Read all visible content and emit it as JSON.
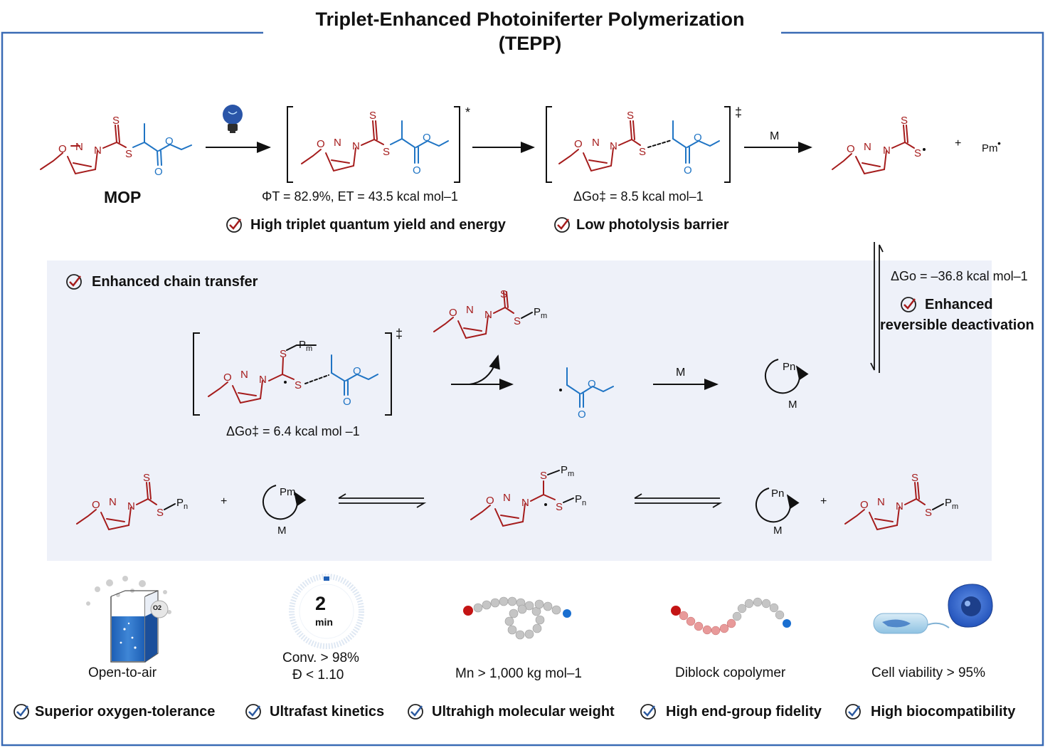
{
  "title_line1": "Triplet-Enhanced Photoiniferter Polymerization",
  "title_line2": "(TEPP)",
  "colors": {
    "frame": "#3a6bb5",
    "panel": "#eef1f9",
    "raft_red": "#a51c1c",
    "leaving_blue": "#1f74c4",
    "check": "#a51c1c",
    "check_blue": "#2c5aa0"
  },
  "top_row": {
    "mop_label": "MOP",
    "light_icon": "lightbulb-icon",
    "excited_marker": "*",
    "ts_marker": "‡",
    "arrow3_label": "M",
    "radical_plus": "+",
    "pm_radical": "Pm",
    "triplet_text": "ΦT = 82.9%, ET = 43.5 kcal mol–1",
    "barrier_text": "ΔGo‡  = 8.5 kcal mol–1",
    "feature1": "High triplet quantum yield and energy",
    "feature2": "Low photolysis barrier"
  },
  "equilibrium": {
    "dg_text": "ΔGo = –36.8 kcal mol–1",
    "feature_line1": "Enhanced",
    "feature_line2": "reversible deactivation"
  },
  "panel": {
    "feature": "Enhanced chain transfer",
    "ts_marker": "‡",
    "ts_dg": "ΔGo‡  = 6.4 kcal mol –1",
    "arrow_label": "M",
    "ring_label_pn": "Pn",
    "ring_label_m": "M",
    "pm": "Pm",
    "pn": "Pn",
    "plus": "+"
  },
  "bottom": {
    "captions": [
      "Open-to-air",
      "Conv. > 98%",
      "Đ < 1.10",
      "Mn > 1,000 kg mol–1",
      "Diblock copolymer",
      "Cell viability > 95%"
    ],
    "timer_value": "2",
    "timer_unit": "min",
    "o2_label": "O2",
    "features": [
      "Superior oxygen-tolerance",
      "Ultrafast kinetics",
      "Ultrahigh molecular weight",
      "High end-group fidelity",
      "High biocompatibility"
    ]
  }
}
